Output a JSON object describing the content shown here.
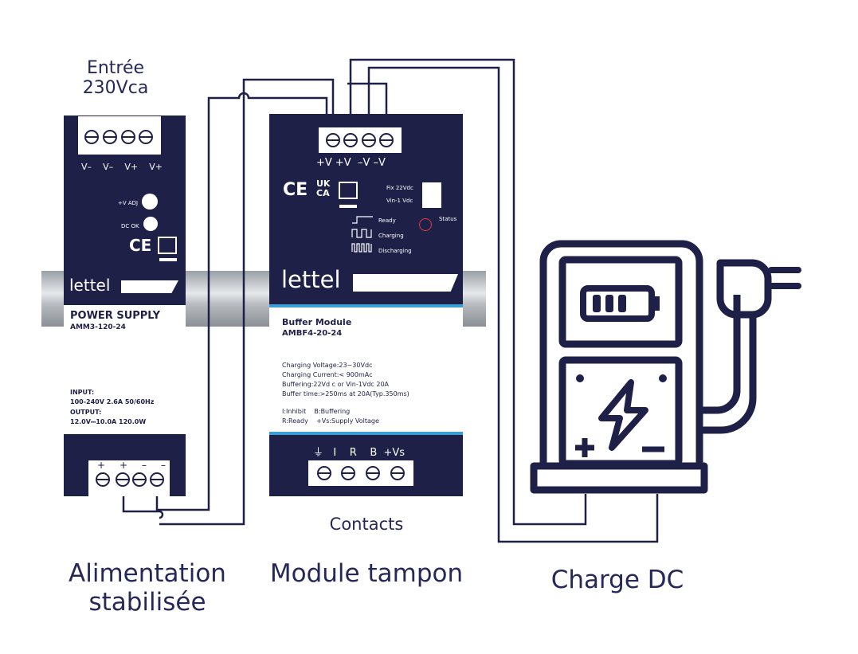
{
  "labels": {
    "input": "Entrée\n230Vca",
    "psu_caption": "Alimentation\nstabilisée",
    "buffer_caption": "Module tampon",
    "contacts": "Contacts",
    "load": "Charge DC"
  },
  "psu": {
    "top_terminals": [
      "V–",
      "V–",
      "V+",
      "V+"
    ],
    "vadj": "+V ADJ",
    "dcok": "DC OK",
    "brand": "lettel",
    "title": "POWER SUPPLY",
    "model": "AMM3-120-24",
    "input_label": "INPUT:",
    "input_value": "100-240V 2.6A 50/60Hz",
    "output_label": "OUTPUT:",
    "output_value": "12.0V⎓10.0A 120.0W",
    "bottom_terminals": [
      "+",
      "+",
      "–",
      "–"
    ],
    "ce": "CE"
  },
  "buffer": {
    "top_terminals": "+V +V  –V –V",
    "fix": "Fix  22Vdc",
    "vin": "Vin-1 Vdc",
    "ready": "Ready",
    "charging": "Charging",
    "discharging": "Discharging",
    "status": "Status",
    "brand": "lettel",
    "title": "Buffer Module",
    "model": "AMBF4-20-24",
    "spec1": "Charging Voltage:23~30Vdc",
    "spec2": "Charging Current:< 900mAc",
    "spec3": "Buffering:22Vd c or Vin-1Vdc 20A",
    "spec4": "Buffer time:>250ms at 20A(Typ.350ms)",
    "legend1": "I:Inhibit    B:Buffering",
    "legend2": "R:Ready    +Vs:Supply Voltage",
    "bottom_terminals": "⏚   I    R    B  +Vs",
    "ce": "CE",
    "ukca_top": "UK",
    "ukca_bottom": "CA"
  },
  "colors": {
    "navy": "#1f2048",
    "accent_blue": "#3a9fd8",
    "status_red": "#e03a3a"
  }
}
